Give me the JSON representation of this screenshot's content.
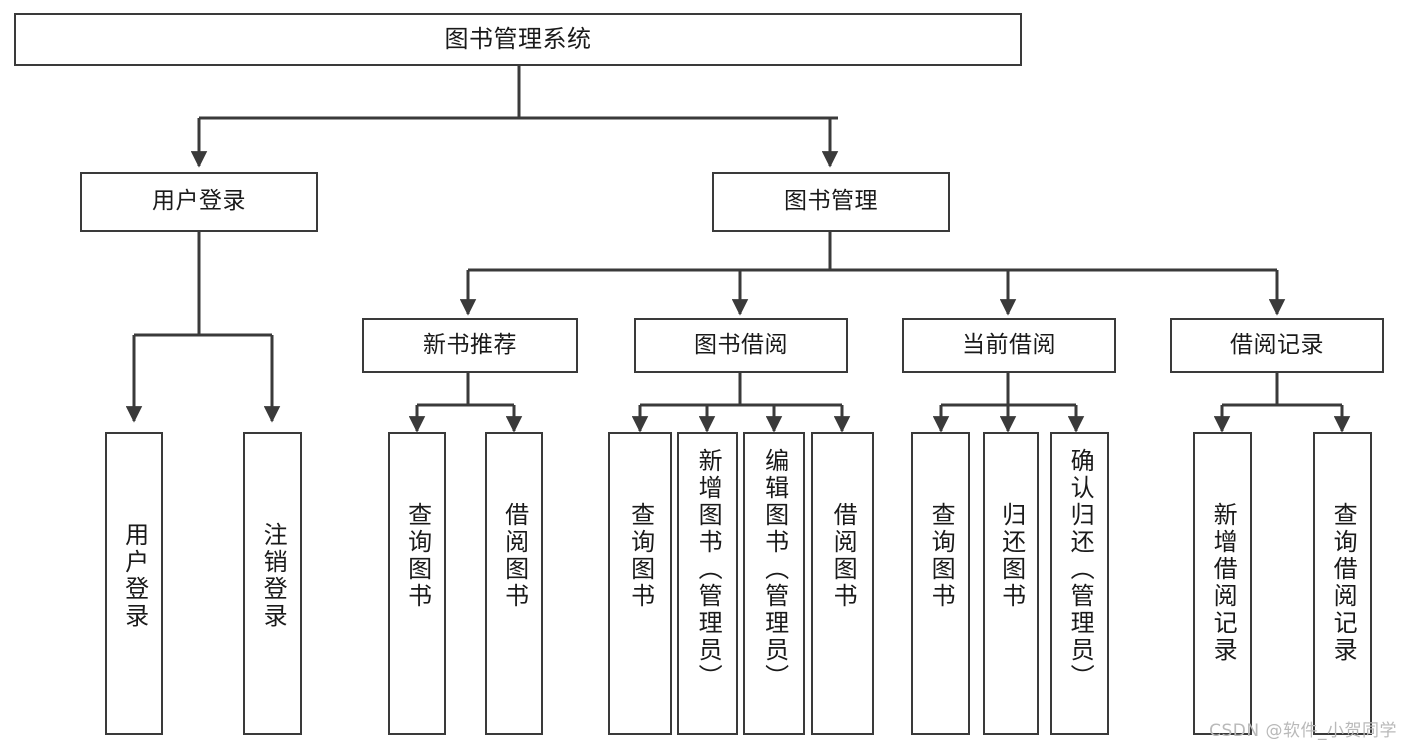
{
  "diagram": {
    "title": "图书管理系统",
    "type": "tree-diagram",
    "stroke_color": "#3a3a3a",
    "background_color": "#ffffff",
    "text_color": "#1a1a1a"
  },
  "root": {
    "label": "图书管理系统"
  },
  "level1": [
    {
      "label": "用户登录"
    },
    {
      "label": "图书管理"
    }
  ],
  "level2": [
    {
      "label": "新书推荐"
    },
    {
      "label": "图书借阅"
    },
    {
      "label": "当前借阅"
    },
    {
      "label": "借阅记录"
    }
  ],
  "leaves": {
    "user_login": [
      {
        "label": "用户登录"
      },
      {
        "label": "注销登录"
      }
    ],
    "new_book": [
      {
        "label": "查询图书"
      },
      {
        "label": "借阅图书"
      }
    ],
    "book_borrow": [
      {
        "label": "查询图书"
      },
      {
        "label": "新增图书（管理员）"
      },
      {
        "label": "编辑图书（管理员）"
      },
      {
        "label": "借阅图书"
      }
    ],
    "current_borrow": [
      {
        "label": "查询图书"
      },
      {
        "label": "归还图书"
      },
      {
        "label": "确认归还（管理员）"
      }
    ],
    "borrow_record": [
      {
        "label": "新增借阅记录"
      },
      {
        "label": "查询借阅记录"
      }
    ]
  },
  "watermark": {
    "text": "CSDN @软件_小贺同学"
  }
}
